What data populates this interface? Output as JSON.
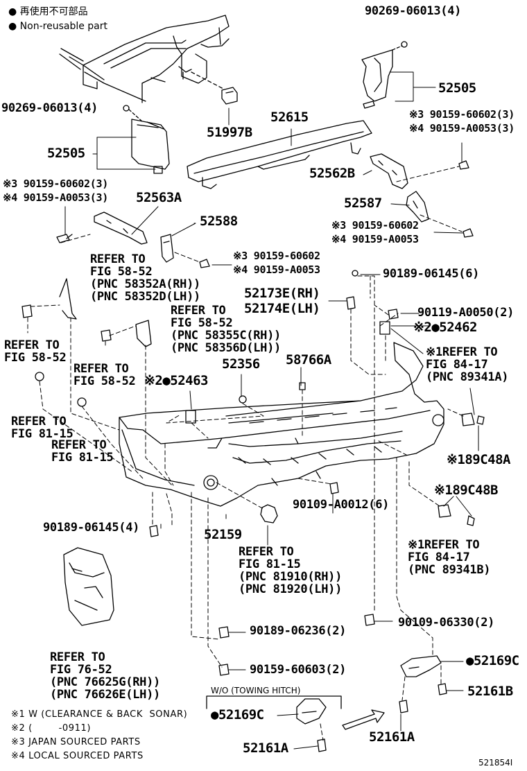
{
  "legend": [
    {
      "symbol": "●",
      "text": "再使用不可部品"
    },
    {
      "symbol": "●",
      "text": "Non-reusable part"
    }
  ],
  "labels": {
    "l_top_nut": "90269-06013(4)",
    "l_52505_right": "52505",
    "l_left_nut": "90269-06013(4)",
    "l_51997b": "51997B",
    "l_52615": "52615",
    "l_screw3_a": "※3 90159-60602(3)",
    "l_screw4_a": "※4 90159-A0053(3)",
    "l_52505_left": "52505",
    "l_52562b": "52562B",
    "l_screw3_b": "※3 90159-60602(3)",
    "l_screw4_b": "※4 90159-A0053(3)",
    "l_52563a": "52563A",
    "l_52587": "52587",
    "l_screw3_c": "※3 90159-60602",
    "l_screw4_c": "※4 90159-A0053",
    "l_52588": "52588",
    "l_screw3_d": "※3 90159-60602",
    "l_screw4_d": "※4 90159-A0053",
    "l_clip_6145_6": "90189-06145(6)",
    "l_52173e": "52173E(RH)",
    "l_52174e": "52174E(LH)",
    "l_bolt_a0050": "90119-A0050(2)",
    "l_52462": "※2●52462",
    "l_ref_8417_a": "※1REFER TO\nFIG 84-17\n(PNC 89341A)",
    "l_ref_5852_a": "REFER TO\nFIG 58-52\n(PNC 58352A(RH))\n(PNC 58352D(LH))",
    "l_ref_5852_b": "REFER TO\nFIG 58-52\n(PNC 58355C(RH))\n(PNC 58356D(LH))",
    "l_ref_5852_c": "REFER TO\nFIG 58-52",
    "l_ref_5852_d": "REFER TO\nFIG 58-52",
    "l_52356": "52356",
    "l_58766a": "58766A",
    "l_52463": "※2●52463",
    "l_ref_8115_a": "REFER TO\nFIG 81-15",
    "l_ref_8115_b": "REFER TO\nFIG 81-15",
    "l_89c48a": "※189C48A",
    "l_89c48b": "※189C48B",
    "l_clip_6145_4": "90189-06145(4)",
    "l_52159": "52159",
    "l_bolt_a0012": "90109-A0012(6)",
    "l_ref_8115_c": "REFER TO\nFIG 81-15\n(PNC 81910(RH))\n(PNC 81920(LH))",
    "l_ref_8417_b": "※1REFER TO\nFIG 84-17\n(PNC 89341B)",
    "l_ref_7652": "REFER TO\nFIG 76-52\n(PNC 76625G(RH))\n(PNC 76626E(LH))",
    "l_clip_6236": "90189-06236(2)",
    "l_bolt_6330": "90109-06330(2)",
    "l_screw_60603": "90159-60603(2)",
    "l_52169c_right": "●52169C",
    "l_52161b": "52161B",
    "l_wo_hitch": "W/O (TOWING HITCH)",
    "l_52169c_left": "●52169C",
    "l_52161a_left": "52161A",
    "l_52161a_right": "52161A"
  },
  "footnotes": [
    "※1 W (CLEARANCE & BACK  SONAR)",
    "※2 (        -0911)",
    "※3 JAPAN SOURCED PARTS",
    "※4 LOCAL SOURCED PARTS"
  ],
  "figure_code": "521854I"
}
